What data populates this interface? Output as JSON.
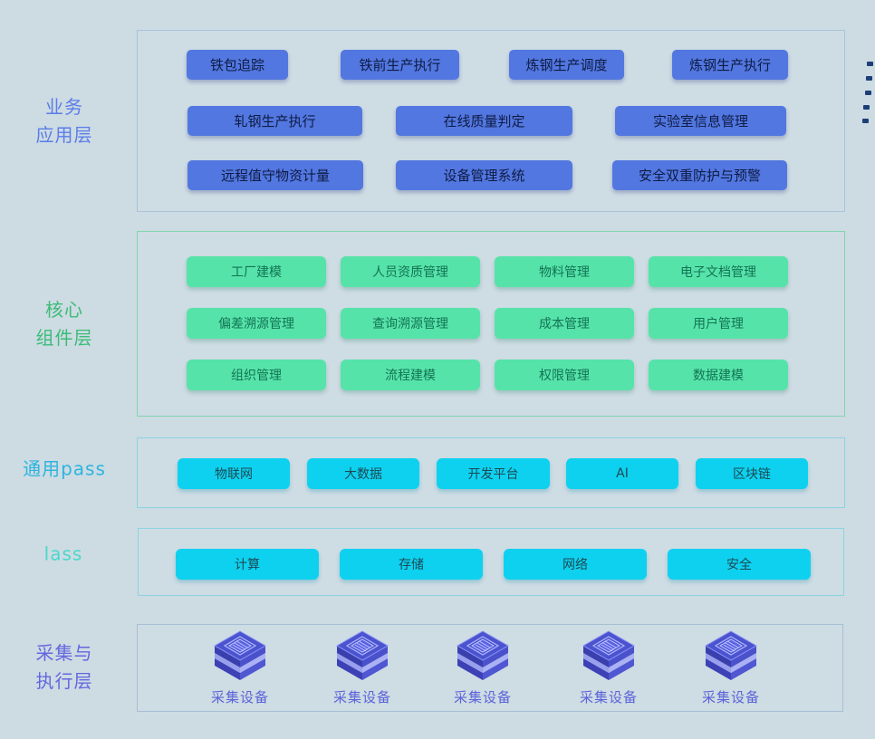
{
  "layers": [
    {
      "name": "business-application-layer",
      "label_lines": [
        "业务",
        "应用层"
      ],
      "label_color": "#5b7de8",
      "panel_border": "#a7c4d9",
      "button_bg": "#5277e0",
      "button_text_color": "#0e1b45",
      "rows": [
        [
          "铁包追踪",
          "铁前生产执行",
          "炼钢生产调度",
          "炼钢生产执行"
        ],
        [
          "轧钢生产执行",
          "在线质量判定",
          "实验室信息管理"
        ],
        [
          "远程值守物资计量",
          "设备管理系统",
          "安全双重防护与预警"
        ]
      ]
    },
    {
      "name": "core-components-layer",
      "label_lines": [
        "核心",
        "组件层"
      ],
      "label_color": "#3bbc77",
      "panel_border": "#82d6ae",
      "button_bg": "#56e3a9",
      "button_text_color": "#127454",
      "rows": [
        [
          "工厂建模",
          "人员资质管理",
          "物料管理",
          "电子文档管理"
        ],
        [
          "偏差溯源管理",
          "查询溯源管理",
          "成本管理",
          "用户管理"
        ],
        [
          "组织管理",
          "流程建模",
          "权限管理",
          "数据建模"
        ]
      ]
    },
    {
      "name": "general-paas-layer",
      "label_lines": [
        "通用pass"
      ],
      "label_color": "#2db5de",
      "panel_border": "#8cd3e2",
      "button_bg": "#0ed1ef",
      "button_text_color": "#1a4a55",
      "rows": [
        [
          "物联网",
          "大数据",
          "开发平台",
          "AI",
          "区块链"
        ]
      ]
    },
    {
      "name": "iaas-layer",
      "label_lines": [
        "lass"
      ],
      "label_color": "#49d9cb",
      "panel_border": "#8cd3e2",
      "button_bg": "#0ed1ef",
      "button_text_color": "#1a4a55",
      "rows": [
        [
          "计算",
          "存储",
          "网络",
          "安全"
        ]
      ]
    },
    {
      "name": "collection-execution-layer",
      "label_lines": [
        "采集与",
        "执行层"
      ],
      "label_color": "#6367de",
      "panel_border": "#a7bfd3",
      "device_label_color": "#5c63d8",
      "devices": [
        "采集设备",
        "采集设备",
        "采集设备",
        "采集设备",
        "采集设备"
      ]
    }
  ],
  "decorations": {
    "edge_dashes": {
      "count": 5,
      "color": "#1d3f77"
    }
  },
  "icons": {
    "device_icon": "chip-cube-icon"
  }
}
